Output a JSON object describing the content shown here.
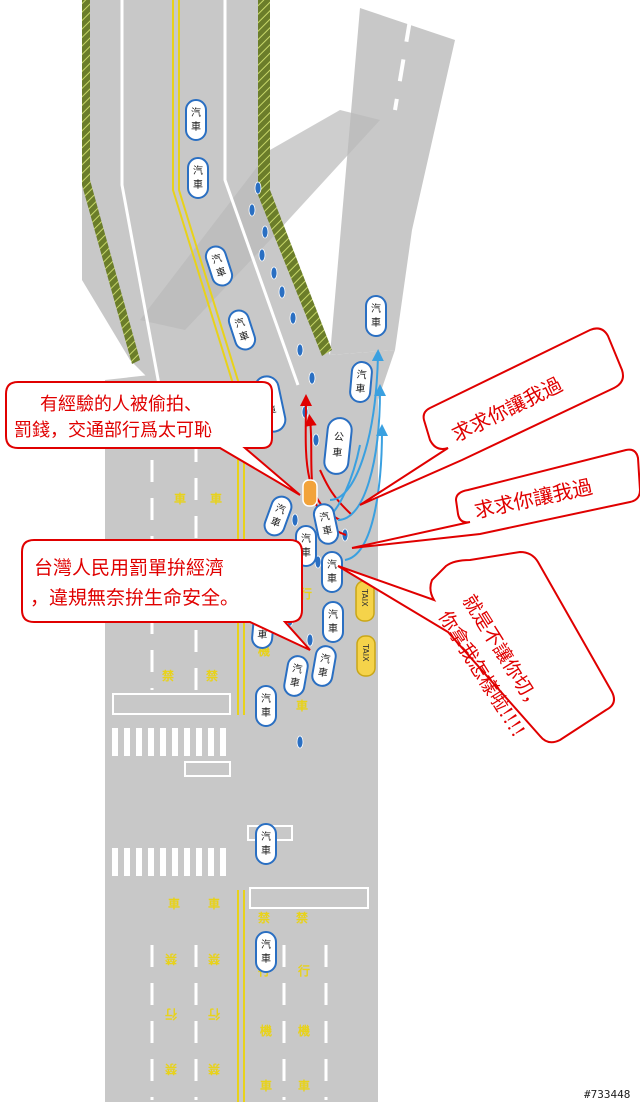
{
  "bubbles": {
    "top_left": {
      "line1": "有經驗的人被偷拍、",
      "line2": "罰錢，交通部行爲太可恥"
    },
    "mid_left": {
      "line1": "台灣人民用罰單拚經濟",
      "line2": "，違規無奈拚生命安全。"
    },
    "right_1": "求求你讓我過",
    "right_2": "求求你讓我過",
    "right_3": {
      "line1": "就是不讓你切，",
      "line2": "你拿我怎樣啦!!!!"
    }
  },
  "vehicle_labels": {
    "car_a": "汽",
    "car_b": "車",
    "bus_a": "公",
    "bus_b": "車",
    "taxi": "TAIX"
  },
  "road_markings": {
    "che": "車",
    "jin": "禁",
    "xing": "行",
    "ji": "機"
  },
  "watermark": "#733448",
  "colors": {
    "road": "#c8c8c8",
    "bubble_stroke": "#e00000",
    "red_arrow": "#e00000",
    "blue_arrow": "#3aa0e0",
    "yellow_mark": "#e8d21a"
  }
}
